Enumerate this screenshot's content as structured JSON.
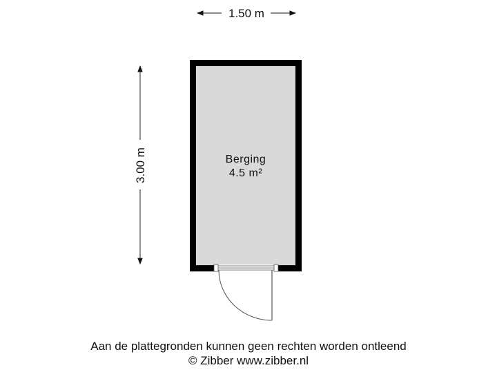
{
  "dimensions": {
    "width_label": "1.50 m",
    "height_label": "3.00 m"
  },
  "room": {
    "name": "Berging",
    "area": "4.5 m²",
    "fill_color": "#d9d9d9",
    "wall_color": "#000000"
  },
  "footer": {
    "disclaimer": "Aan de plattegronden kunnen geen rechten worden ontleend",
    "copyright": "© Zibber www.zibber.nl"
  }
}
